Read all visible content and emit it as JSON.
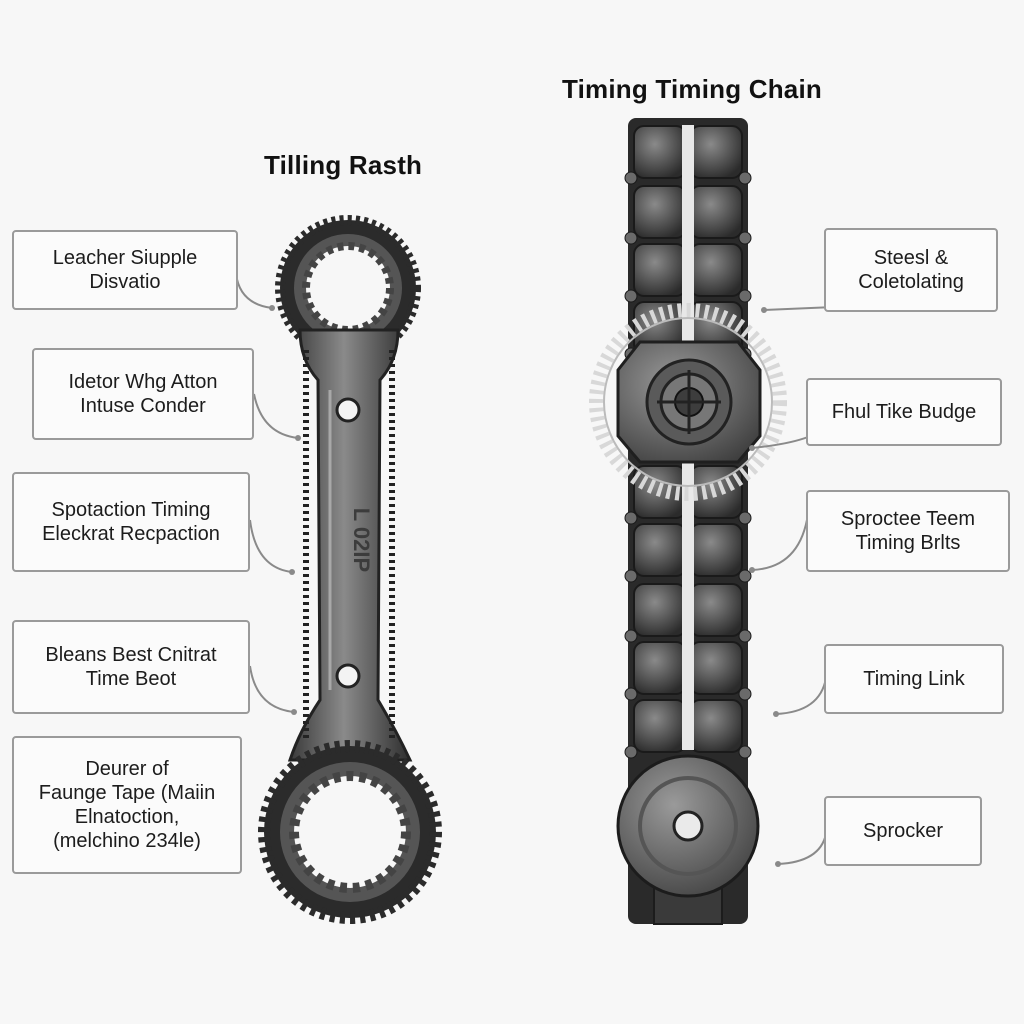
{
  "titles": {
    "left": "Tilling Rasth",
    "right": "Timing Timing Chain"
  },
  "stamp": "L 02IP",
  "left_callouts": [
    {
      "lines": [
        "Leacher Siupple",
        "Disvatio"
      ]
    },
    {
      "lines": [
        "Idetor Whg Atton",
        "Intuse Conder"
      ]
    },
    {
      "lines": [
        "Spotaction Timing",
        "Eleckrat Recpaction"
      ]
    },
    {
      "lines": [
        "Bleans Best Cnitrat",
        "Time Beot"
      ]
    },
    {
      "lines": [
        "Deurer of",
        "Faunge Tape (Maiin",
        "Elnatoction,",
        "(melchino 234le)"
      ]
    }
  ],
  "right_callouts": [
    {
      "lines": [
        "Steesl &",
        "Coletolating"
      ]
    },
    {
      "lines": [
        "Fhul Tike Budge"
      ]
    },
    {
      "lines": [
        "Sproctee Teem",
        "Timing Brlts"
      ]
    },
    {
      "lines": [
        "Timing Link"
      ]
    },
    {
      "lines": [
        "Sprocker"
      ]
    }
  ]
}
